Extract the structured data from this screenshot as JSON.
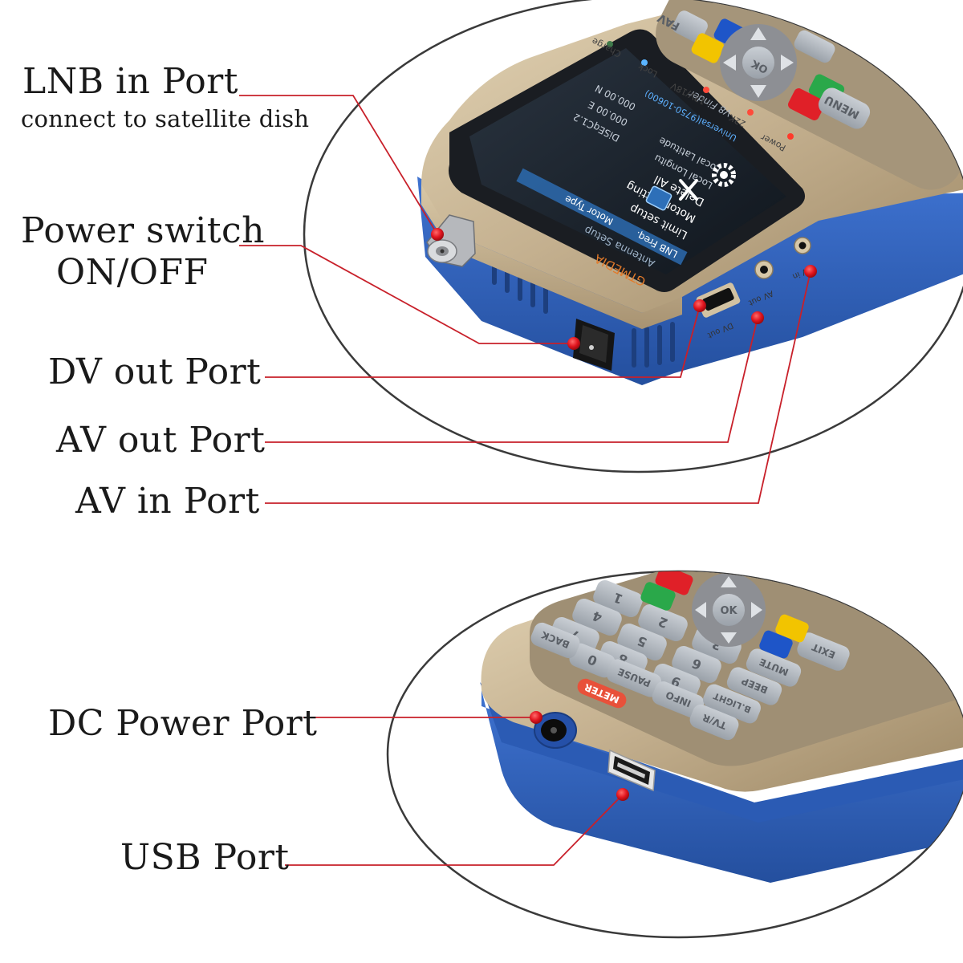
{
  "callouts": {
    "lnb_in_title": "LNB in Port",
    "lnb_in_sub": "connect to satellite dish",
    "power_line1": "Power switch",
    "power_line2": "ON/OFF",
    "dv_out": "DV out Port",
    "av_out": "AV out Port",
    "av_in": "AV in Port",
    "dc_power": "DC Power Port",
    "usb": "USB Port"
  },
  "device_top": {
    "brand": "GTMEDIA",
    "model": "V8 Finder",
    "menu_key": "MENU",
    "ok_key": "OK",
    "fav_key": "FAV",
    "indicators": [
      "Power",
      "22K",
      "13V/18V",
      "Lock",
      "Charge"
    ],
    "screen": {
      "header": "Antenna Setup",
      "tabs": [
        "LNB Freq.",
        "Motor Type"
      ],
      "items": [
        "Limit setup",
        "Motor Setting",
        "Delete All",
        "Local Longitu",
        "Local Latitude"
      ],
      "values": [
        "DiSEqC1.2",
        "000.00 E",
        "000.00 N"
      ],
      "selector": "Universal(9750-10600)"
    },
    "ports": {
      "hdmi": "DV out",
      "av_out": "AV out",
      "av_in": "AV in"
    }
  },
  "device_bottom": {
    "keys": [
      "1",
      "2",
      "3",
      "4",
      "5",
      "6",
      "7",
      "8",
      "9",
      "0",
      "OK",
      "BACK",
      "PAUSE",
      "INFO",
      "MUTE",
      "BEEP",
      "B.LIGHT",
      "TV/R",
      "EXIT"
    ],
    "badge": "METER"
  },
  "colors": {
    "body_gold": "#c4b08f",
    "body_blue": "#2f5fb8",
    "leader_red": "#c8202a",
    "dot_red": "#e0141e"
  }
}
